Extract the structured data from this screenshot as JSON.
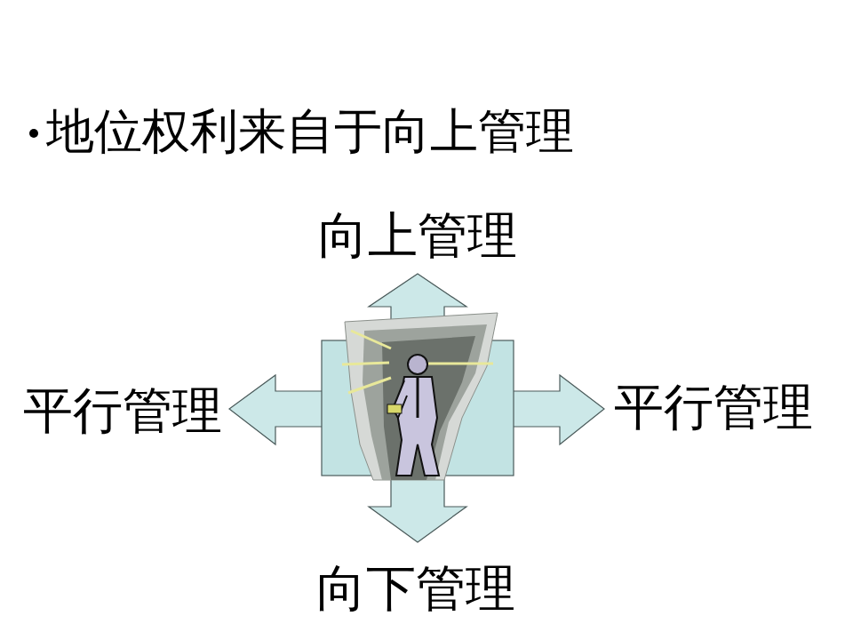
{
  "diagram": {
    "title": "地位权利来自于向上管理",
    "labels": [
      "向上管理",
      "平行管理",
      "平行管理",
      "向下管理"
    ]
  }
}
